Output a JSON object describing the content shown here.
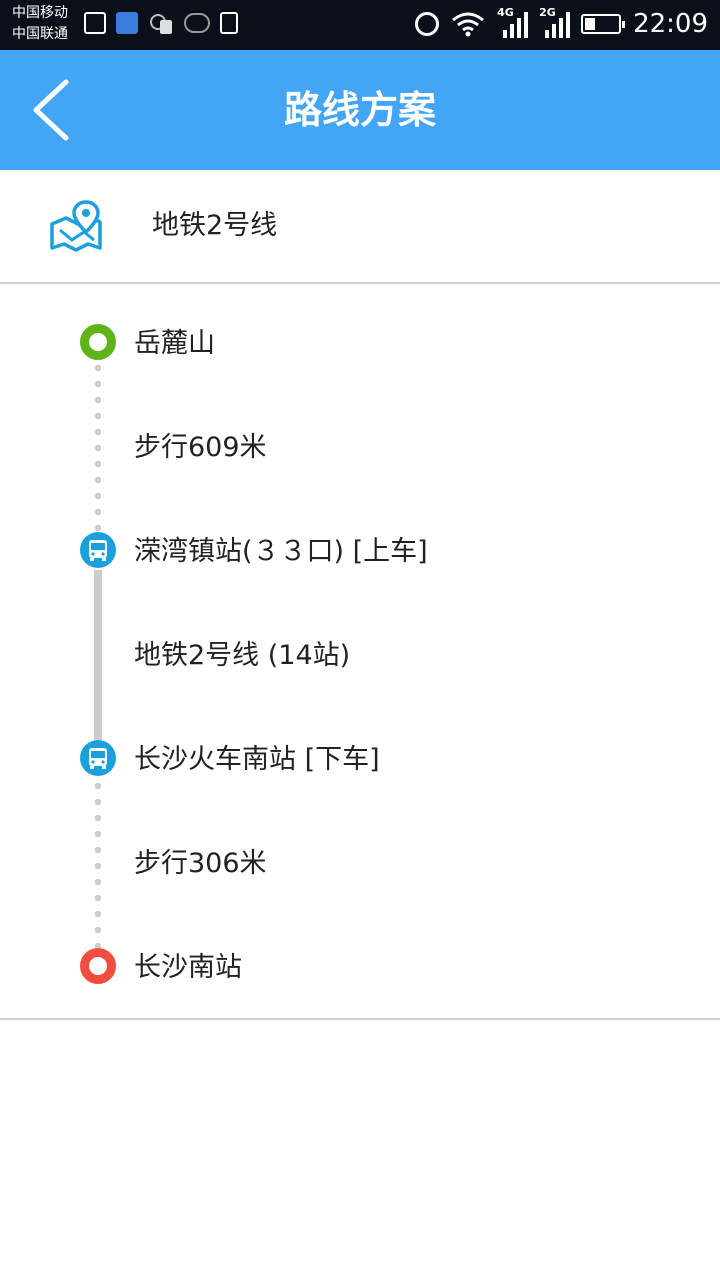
{
  "status_bar": {
    "carrier_1": "中国移动",
    "carrier_2": "中国联通",
    "network_1": "4G",
    "network_2": "2G",
    "time": "22:09",
    "battery_level": 0.3
  },
  "header": {
    "title": "路线方案"
  },
  "line": {
    "name": "地铁2号线"
  },
  "route": {
    "steps": [
      {
        "type": "start",
        "text": "岳麓山"
      },
      {
        "type": "walk",
        "text": "步行609米"
      },
      {
        "type": "board",
        "text": "溁湾镇站(３３口) [上车]"
      },
      {
        "type": "ride",
        "text": "地铁2号线 (14站)"
      },
      {
        "type": "alight",
        "text": "长沙火车南站 [下车]"
      },
      {
        "type": "walk",
        "text": "步行306米"
      },
      {
        "type": "end",
        "text": "长沙南站"
      }
    ]
  },
  "colors": {
    "header_bg": "#42a5f5",
    "start_node": "#5fb319",
    "end_node": "#ef4d3f",
    "bus_node": "#1aa1dc",
    "connector": "#cccccc"
  }
}
